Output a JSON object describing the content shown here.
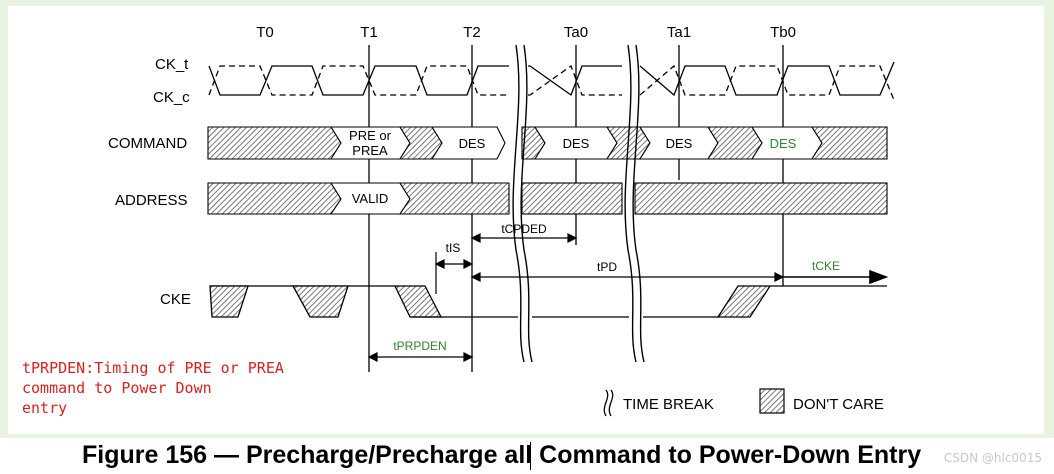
{
  "colors": {
    "panel_bg": "#e8f2e0",
    "diagram_bg": "#ffffff",
    "note_text": "#e0201a",
    "green_text": "#2a8a2a",
    "ink": "#000000"
  },
  "clock_labels": [
    "T0",
    "T1",
    "T2",
    "Ta0",
    "Ta1",
    "Tb0"
  ],
  "signals": {
    "ck_t": "CK_t",
    "ck_c": "CK_c",
    "command": "COMMAND",
    "address": "ADDRESS",
    "cke": "CKE"
  },
  "commands": {
    "pre_line1": "PRE or",
    "pre_line2": "PREA",
    "des1": "DES",
    "des2": "DES",
    "des3": "DES",
    "des4": "DES"
  },
  "address_valid": "VALID",
  "timings": {
    "tis": "tIS",
    "tcpded": "tCPDED",
    "tpd": "tPD",
    "tcke": "tCKE",
    "tprpden": "tPRPDEN"
  },
  "note": {
    "line1": "tPRPDEN:Timing of PRE or PREA",
    "line2": "command to Power Down",
    "line3": "entry"
  },
  "legend": {
    "time_break": "TIME BREAK",
    "dont_care": "DON'T CARE"
  },
  "caption": "Figure 156 — Precharge/Precharge all Command to Power-Down Entry",
  "watermark": "CSDN @hlc0015"
}
